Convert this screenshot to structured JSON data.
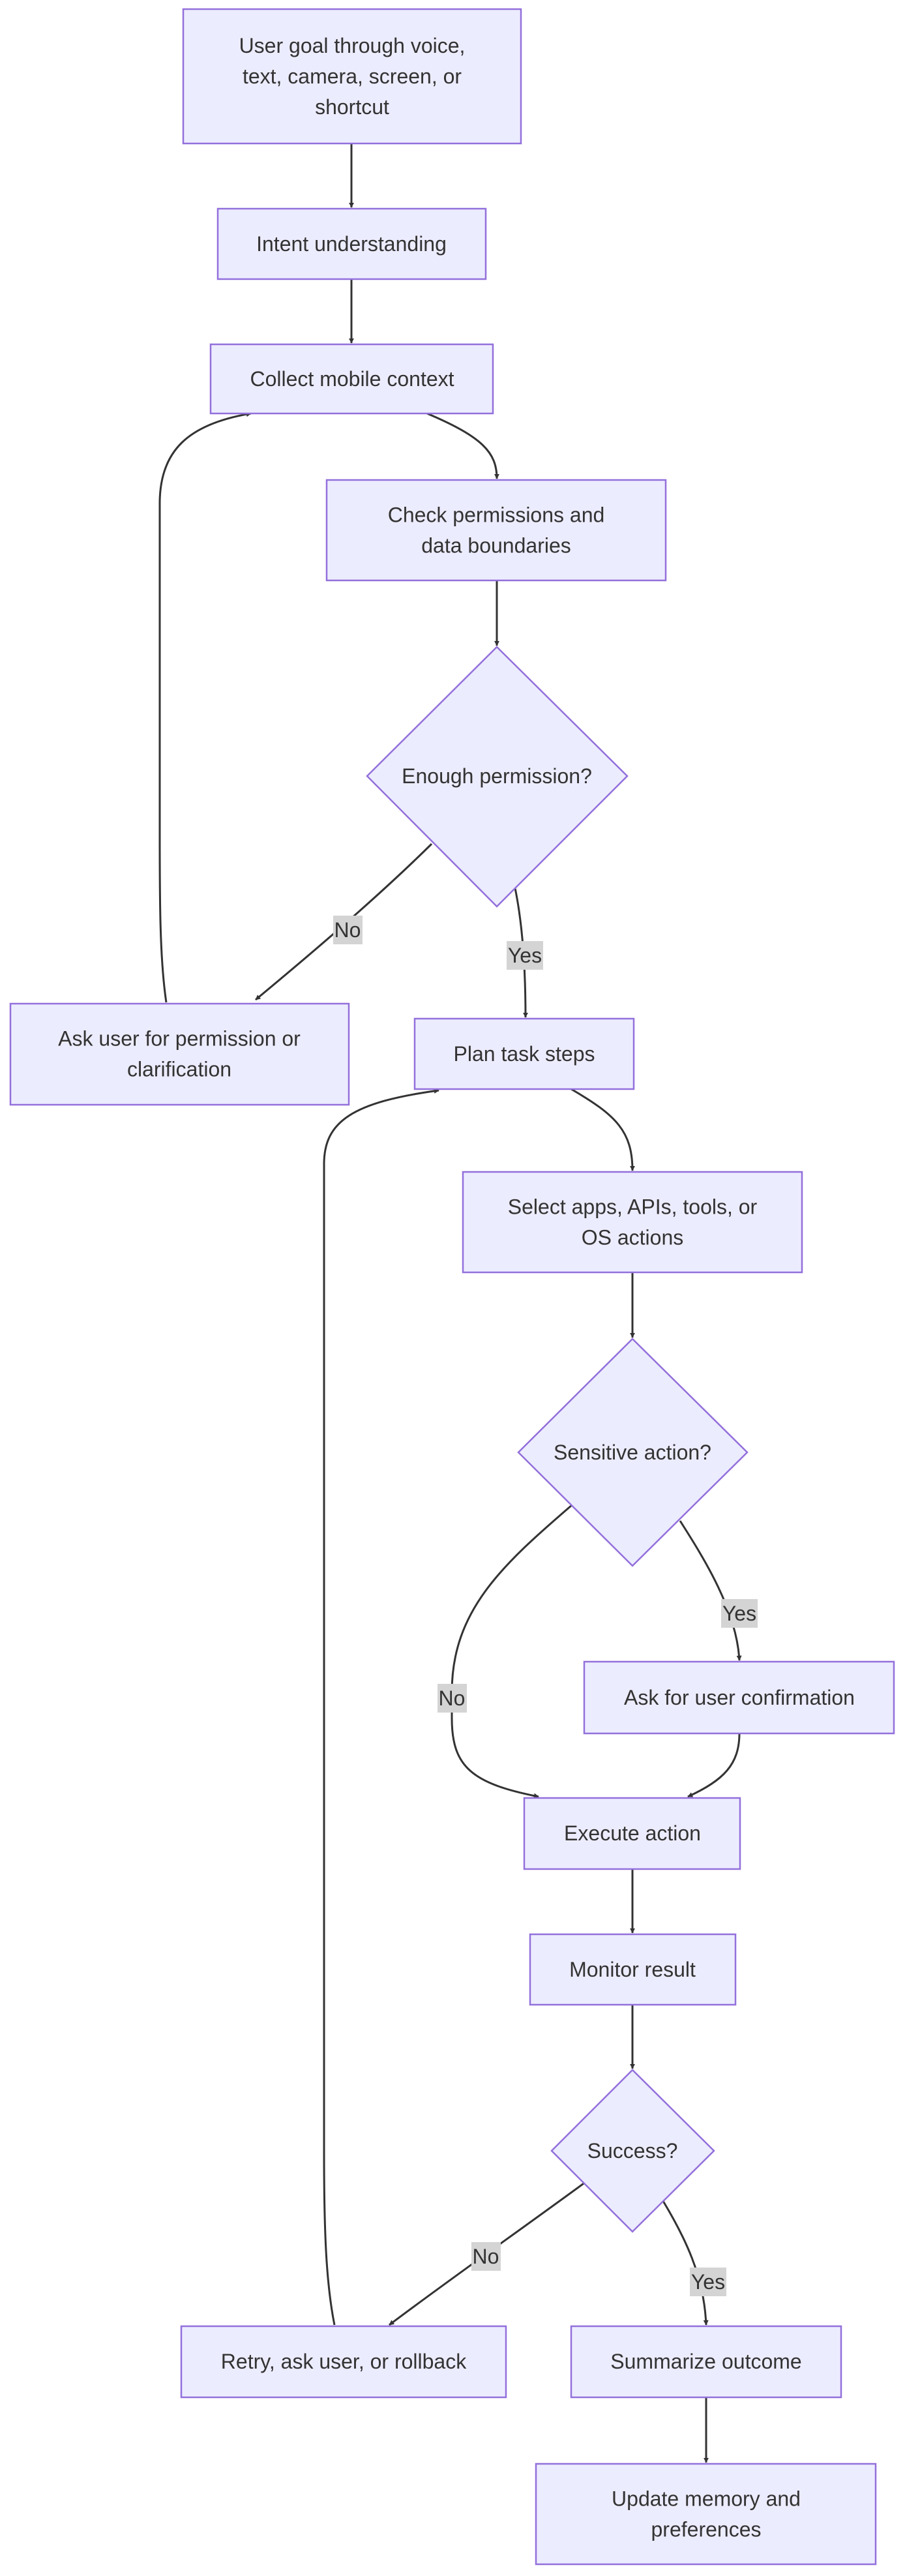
{
  "nodes": {
    "goal": {
      "lines": [
        "User goal through voice,",
        "text, camera, screen, or",
        "shortcut"
      ]
    },
    "intent": {
      "lines": [
        "Intent understanding"
      ]
    },
    "context": {
      "lines": [
        "Collect mobile context"
      ]
    },
    "permissions": {
      "lines": [
        "Check permissions and",
        "data boundaries"
      ]
    },
    "enough_permission": {
      "lines": [
        "Enough permission?"
      ]
    },
    "ask_permission": {
      "lines": [
        "Ask user for permission or",
        "clarification"
      ]
    },
    "plan": {
      "lines": [
        "Plan task steps"
      ]
    },
    "select_tools": {
      "lines": [
        "Select apps, APIs, tools, or",
        "OS actions"
      ]
    },
    "sensitive": {
      "lines": [
        "Sensitive action?"
      ]
    },
    "confirm": {
      "lines": [
        "Ask for user confirmation"
      ]
    },
    "execute": {
      "lines": [
        "Execute action"
      ]
    },
    "monitor": {
      "lines": [
        "Monitor result"
      ]
    },
    "success": {
      "lines": [
        "Success?"
      ]
    },
    "retry": {
      "lines": [
        "Retry, ask user, or rollback"
      ]
    },
    "summarize": {
      "lines": [
        "Summarize outcome"
      ]
    },
    "memory": {
      "lines": [
        "Update memory and",
        "preferences"
      ]
    }
  },
  "edge_labels": {
    "permission_no": "No",
    "permission_yes": "Yes",
    "sensitive_yes": "Yes",
    "sensitive_no": "No",
    "success_no": "No",
    "success_yes": "Yes"
  },
  "colors": {
    "node_fill": "#ECECFF",
    "node_stroke": "#9370DB",
    "edge": "#333333",
    "label_bg": "#d4d4d4",
    "text": "#333333"
  }
}
